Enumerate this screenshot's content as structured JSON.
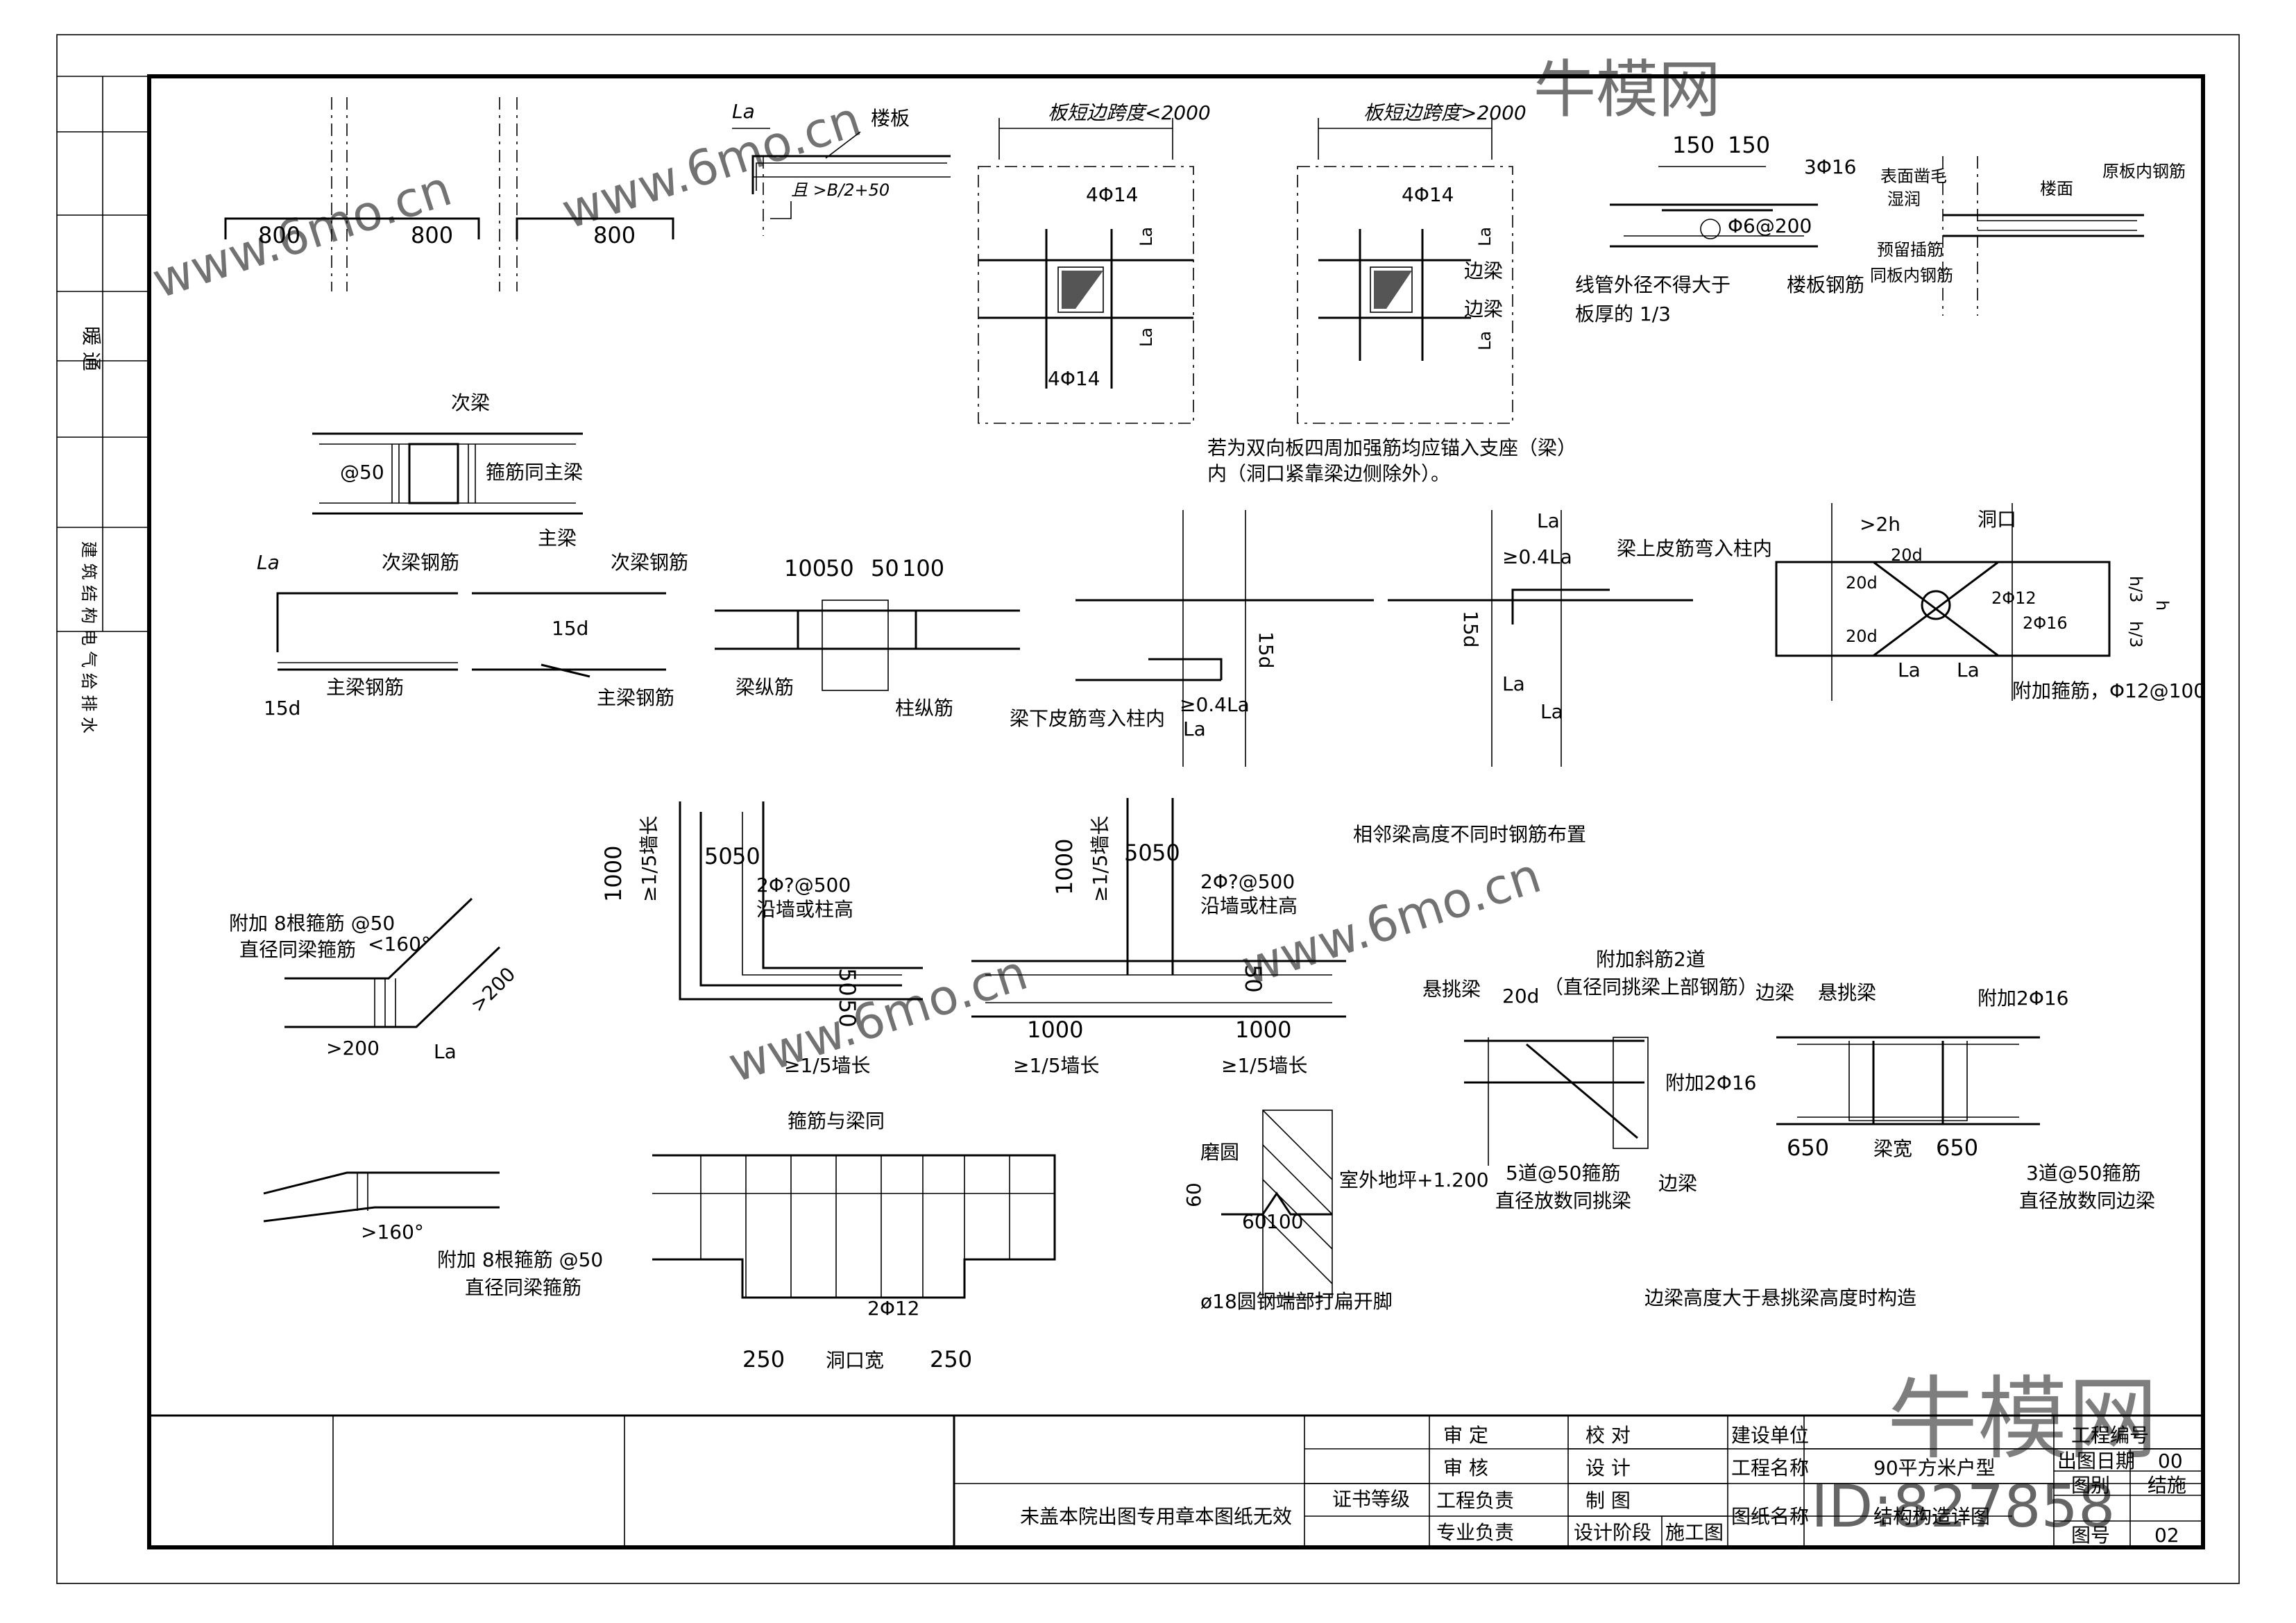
{
  "watermark": {
    "brand": "牛模网",
    "site": "www.6mo.cn",
    "id": "ID:827858"
  },
  "left_strip": {
    "row_warm": "暖 通",
    "row_other": "建 筑 结 构 电 气 给 排 水"
  },
  "details": {
    "beam_800": {
      "left_a": "800",
      "left_b": "800",
      "right": "800"
    },
    "slab_anchor": {
      "la": "La",
      "slab": "楼板",
      "note": "且 >B/2+50"
    },
    "opening_short": {
      "title": "板短边跨度<2000",
      "top_bar": "4Φ14",
      "bot_bar": "4Φ14",
      "la1": "La",
      "la2": "La"
    },
    "opening_long": {
      "title": "板短边跨度>2000",
      "top_bar": "4Φ14",
      "la1": "La",
      "la2": "La",
      "edge1": "边梁",
      "edge2": "边梁"
    },
    "opening_note": {
      "line1": "若为双向板四周加强筋均应锚入支座（梁）",
      "line2": "内（洞口紧靠梁边侧除外）。"
    },
    "pipe": {
      "d1": "150",
      "d2": "150",
      "bar": "3Φ16",
      "stirrup": "Φ6@200",
      "note1": "线管外径不得大于",
      "note2": "板厚的 1/3",
      "slab_bar": "楼板钢筋"
    },
    "slab_join": {
      "n1": "表面凿毛",
      "n2": "湿润",
      "n3": "预留插筋",
      "n4": "同板内钢筋",
      "floor": "楼面",
      "orig": "原板内钢筋"
    },
    "secondary_beam": {
      "label": "次梁",
      "spacing": "@50",
      "stirrup_note": "箍筋同主梁",
      "main": "主梁"
    },
    "beam_anchor": {
      "la": "La",
      "sec1": "次梁钢筋",
      "main1": "主梁钢筋",
      "d15a": "15d",
      "sec2": "次梁钢筋",
      "d15b": "15d",
      "main2": "主梁钢筋"
    },
    "col_splice": {
      "d1": "100",
      "d2": "50",
      "d3": "50",
      "d4": "100",
      "beam_bar": "梁纵筋",
      "col_bar": "柱纵筋"
    },
    "beam_height": {
      "top_bar_note": "梁上皮筋弯入柱内",
      "bot_bar_note": "梁下皮筋弯入柱内",
      "r1": "≥0.4La",
      "r2": "≥0.4La",
      "la1": "La",
      "la2": "La",
      "la3": "La",
      "la4": "La",
      "d15a": "15d",
      "d15b": "15d",
      "title": "相邻梁高度不同时钢筋布置"
    },
    "beam_opening": {
      "h2": ">2h",
      "hole": "洞口",
      "d20a": "20d",
      "d20b": "20d",
      "d20c": "20d",
      "bar1": "2Φ12",
      "bar2": "2Φ16",
      "la1": "La",
      "la2": "La",
      "add": "附加箍筋，Φ12@100",
      "h3a": "h/3",
      "h3b": "h/3",
      "h": "h"
    },
    "bent_beam": {
      "add": "附加 8根箍筋 @50",
      "dia": "直径同梁箍筋",
      "angle": "<160°",
      "d200a": ">200",
      "d200b": ">200",
      "la": "La"
    },
    "wall_corner_l": {
      "d1000": "1000",
      "min": "≥1/5墙长",
      "d50a": "50",
      "d50b": "50",
      "bar": "2Φ?@500",
      "along": "沿墙或柱高",
      "d50c": "50",
      "d50d": "50",
      "min2": "≥1/5墙长"
    },
    "wall_corner_t": {
      "d1000a": "1000",
      "min": "≥1/5墙长",
      "d50a": "50",
      "d50b": "50",
      "bar": "2Φ?@500",
      "along": "沿墙或柱高",
      "d50c": "50",
      "d1000b": "1000",
      "d1000c": "1000",
      "min2": "≥1/5墙长",
      "min3": "≥1/5墙长"
    },
    "cantilever": {
      "label": "悬挑梁",
      "d20": "20d",
      "add": "附加斜筋2道",
      "dia": "（直径同挑梁上部钢筋）",
      "add2": "附加2Φ16",
      "stirrups": "5道@50箍筋",
      "dia2": "直径放数同挑梁",
      "edge": "边梁"
    },
    "cantilever2": {
      "edge": "边梁",
      "label": "悬挑梁",
      "add": "附加2Φ16",
      "d650a": "650",
      "width": "梁宽",
      "d650b": "650",
      "stirrups": "3道@50箍筋",
      "dia": "直径放数同边梁",
      "title": "边梁高度大于悬挑梁高度时构造"
    },
    "bent_beam2": {
      "angle": ">160°",
      "add": "附加 8根箍筋 @50",
      "dia": "直径同梁箍筋"
    },
    "slab_drop": {
      "stirrup": "箍筋与梁同",
      "bar": "2Φ12",
      "d250a": "250",
      "hole": "洞口宽",
      "d250b": "250"
    },
    "scupper": {
      "ring": "磨圆",
      "grade": "室外地坪+1.200",
      "d60": "60",
      "d60b": "60",
      "d100": "100",
      "bar": "ø18圆钢端部打扁开脚"
    }
  },
  "title_block": {
    "notice": "未盖本院出图专用章本图纸无效",
    "cert": "证书等级",
    "approve": "审 定",
    "review": "审 核",
    "proj_lead": "工程负责",
    "discipline": "专业负责",
    "check": "校 对",
    "design": "设 计",
    "draw": "制 图",
    "stage": "设计阶段",
    "stage_val": "施工图",
    "client": "建设单位",
    "project_label": "工程名称",
    "project_val": "90平方米户型",
    "sheet_label": "图纸名称",
    "sheet_val": "结构构造详图",
    "proj_no": "工程编号",
    "date_label": "出图日期",
    "date_val": "00",
    "disc_label": "图别",
    "disc_val": "结施",
    "no_label": "图号",
    "no_val": "02"
  }
}
